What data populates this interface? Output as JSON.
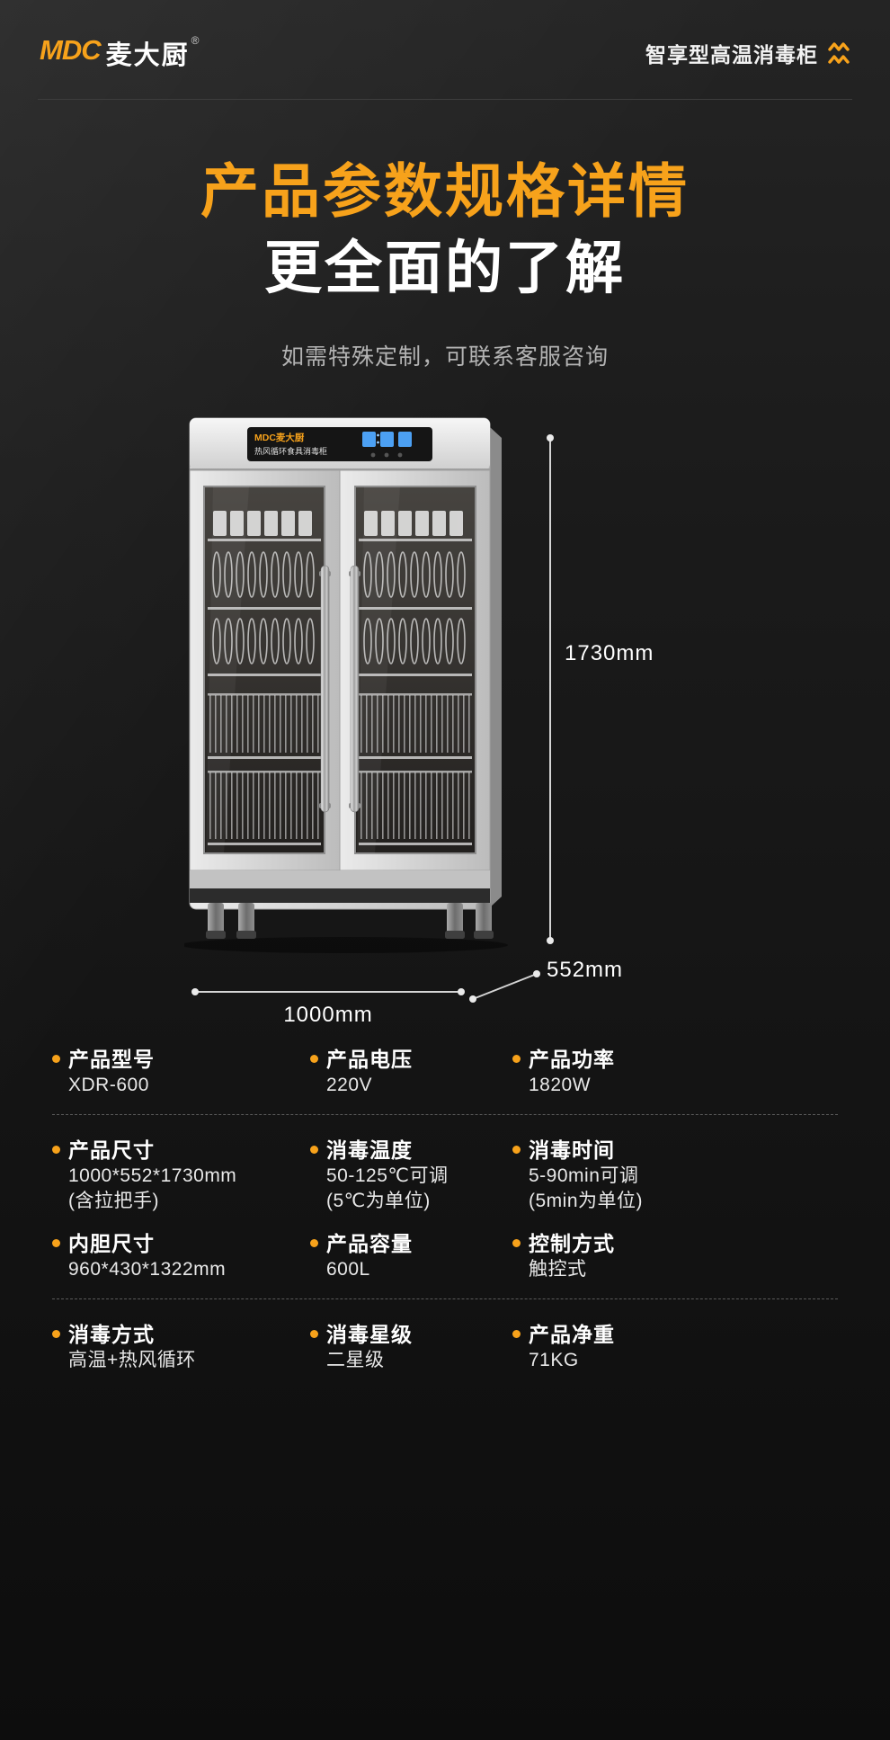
{
  "header": {
    "logo_brand": "MDC",
    "logo_name": "麦大厨",
    "logo_reg": "®",
    "product_line": "智享型高温消毒柜"
  },
  "hero": {
    "title_accent": "产品参数规格详情",
    "title_white": "更全面的了解",
    "subtitle": "如需特殊定制，可联系客服咨询"
  },
  "cabinet": {
    "panel_brand": "MDC麦大厨",
    "panel_label": "热风循环食具消毒柜"
  },
  "dimensions": {
    "height": "1730mm",
    "width": "1000mm",
    "depth": "552mm"
  },
  "specs": {
    "items": [
      {
        "label": "产品型号",
        "value": "XDR-600"
      },
      {
        "label": "产品电压",
        "value": "220V"
      },
      {
        "label": "产品功率",
        "value": "1820W"
      },
      {
        "label": "产品尺寸",
        "value": "1000*552*1730mm",
        "value2": "(含拉把手)"
      },
      {
        "label": "消毒温度",
        "value": "50-125℃可调",
        "value2": "(5℃为单位)"
      },
      {
        "label": "消毒时间",
        "value": "5-90min可调",
        "value2": "(5min为单位)"
      },
      {
        "label": "内胆尺寸",
        "value": "960*430*1322mm"
      },
      {
        "label": "产品容量",
        "value": "600L"
      },
      {
        "label": "控制方式",
        "value": "触控式"
      },
      {
        "label": "消毒方式",
        "value": "高温+热风循环"
      },
      {
        "label": "消毒星级",
        "value": "二星级"
      },
      {
        "label": "产品净重",
        "value": "71KG"
      }
    ]
  },
  "colors": {
    "accent": "#f7a21b"
  }
}
